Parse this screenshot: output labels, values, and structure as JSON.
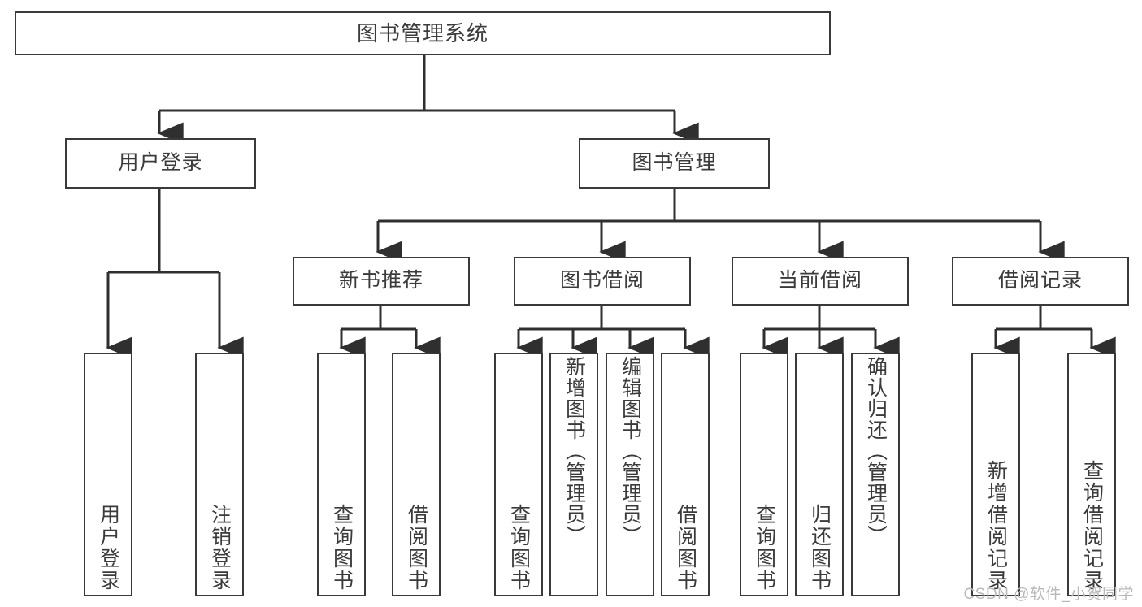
{
  "diagram": {
    "title": "图书管理系统",
    "type": "tree-hierarchy-chart",
    "root": {
      "label": "图书管理系统"
    },
    "level2": [
      {
        "label": "用户登录"
      },
      {
        "label": "图书管理"
      }
    ],
    "level3": [
      {
        "label": "新书推荐"
      },
      {
        "label": "图书借阅"
      },
      {
        "label": "当前借阅"
      },
      {
        "label": "借阅记录"
      }
    ],
    "leaves": {
      "user_login": [
        {
          "label": "用户登录"
        },
        {
          "label": "注销登录"
        }
      ],
      "new_book_recommend": [
        {
          "label": "查询图书"
        },
        {
          "label": "借阅图书"
        }
      ],
      "book_borrow": [
        {
          "label": "查询图书"
        },
        {
          "label": "新增图书（管理员）"
        },
        {
          "label": "编辑图书（管理员）"
        },
        {
          "label": "借阅图书"
        }
      ],
      "current_borrow": [
        {
          "label": "查询图书"
        },
        {
          "label": "归还图书"
        },
        {
          "label": "确认归还（管理员）"
        }
      ],
      "borrow_record": [
        {
          "label": "新增借阅记录"
        },
        {
          "label": "查询借阅记录"
        }
      ]
    }
  },
  "watermark": {
    "text": "CSDN @软件_小贺同学"
  },
  "colors": {
    "stroke": "#3a3a3a",
    "text": "#3b3b3b",
    "background": "#ffffff",
    "watermark": "#b9b9b9"
  }
}
